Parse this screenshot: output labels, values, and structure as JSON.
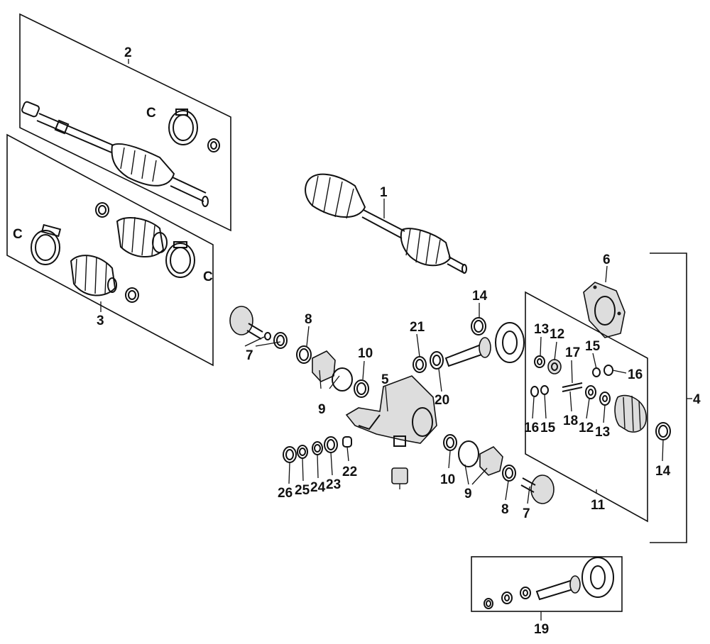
{
  "callouts": {
    "c1": "1",
    "c2": "2",
    "c3": "3",
    "c4": "4",
    "c5": "5",
    "c6": "6",
    "c7a": "7",
    "c7b": "7",
    "c8a": "8",
    "c8b": "8",
    "c9a": "9",
    "c9b": "9",
    "c10a": "10",
    "c10b": "10",
    "c11": "11",
    "c12a": "12",
    "c12b": "12",
    "c13a": "13",
    "c13b": "13",
    "c14a": "14",
    "c14b": "14",
    "c15a": "15",
    "c15b": "15",
    "c16a": "16",
    "c16b": "16",
    "c17": "17",
    "c18": "18",
    "c19": "19",
    "c20": "20",
    "c21": "21",
    "c22": "22",
    "c23": "23",
    "c24": "24",
    "c25": "25",
    "c26": "26"
  },
  "clip_marks": {
    "m1": "C",
    "m2": "C",
    "m3": "C"
  }
}
